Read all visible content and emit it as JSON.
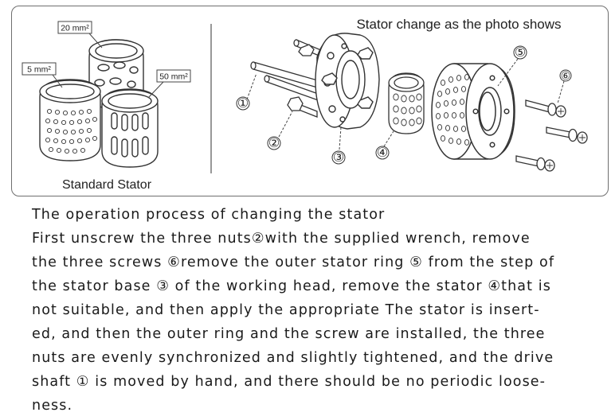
{
  "figure": {
    "left_caption": "Standard Stator",
    "right_caption": "Stator change as the photo shows",
    "stator_labels": {
      "small": "5 mm²",
      "medium": "20 mm²",
      "large": "50 mm²"
    },
    "part_numbers": {
      "p1": "①",
      "p2": "②",
      "p3": "③",
      "p4": "④",
      "p5": "⑤",
      "p6": "⑥"
    }
  },
  "instructions": {
    "lines": [
      "The operation process of changing the stator",
      "First unscrew the three nuts②with the supplied wrench, remove",
      "the three screws ⑥remove the outer stator ring ⑤ from the step of",
      "the stator base ③ of the working head, remove the stator ④that is",
      "not suitable, and then apply the appropriate The stator is insert-",
      "ed, and then the outer ring and the screw are installed, the three",
      "nuts are evenly synchronized and slightly tightened, and the drive",
      "shaft ① is moved by hand, and there should be no periodic loose-",
      "ness."
    ]
  }
}
